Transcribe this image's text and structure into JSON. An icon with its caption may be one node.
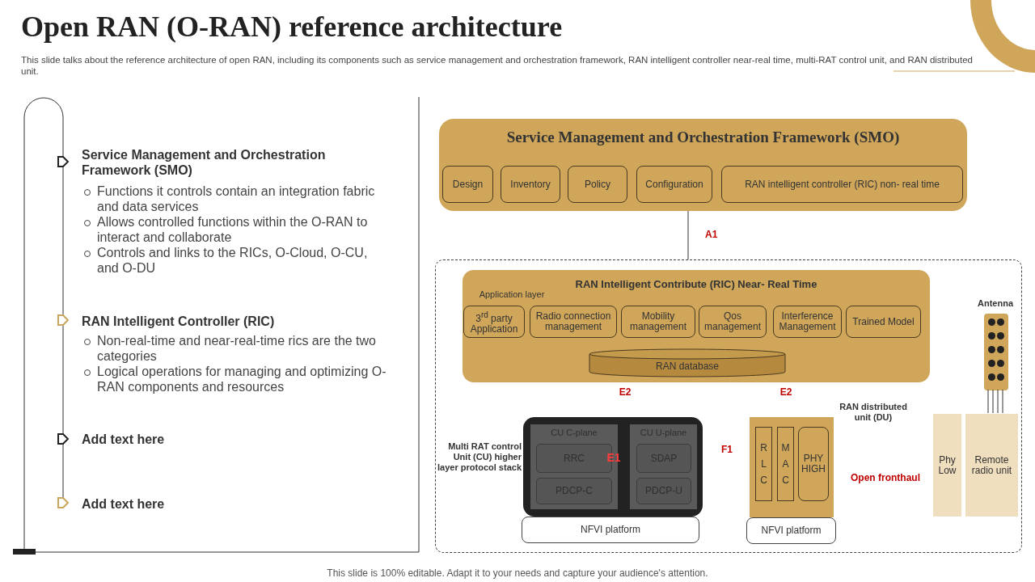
{
  "diagram": {
    "title": "Open RAN (O-RAN) reference architecture",
    "caption": "This slide is 100% editable. Adapt it to your needs and capture your audience's attention.",
    "nodes": [
      {
        "text": [
          "Service Management and Orchestration Framework (SMO)"
        ]
      },
      {
        "text": [
          "Design"
        ],
        "in": 0
      },
      {
        "text": [
          "Inventory"
        ],
        "in": 0
      },
      {
        "text": [
          "Policy"
        ],
        "in": 0
      },
      {
        "text": [
          "Configuration"
        ],
        "in": 0
      },
      {
        "text": [
          "RAN intelligent controller (RIC) non- real time"
        ],
        "in": 0
      },
      {
        "text": [],
        "shape": "box"
      },
      {
        "text": [
          "RAN Intelligent Contribute (RIC) Near- Real Time",
          "Application layer"
        ],
        "in": 6
      },
      {
        "text": [
          "3$^{rd}$ party Application"
        ],
        "in": 7
      },
      {
        "text": [
          "Radio connection management"
        ],
        "in": 7
      },
      {
        "text": [
          "Mobility management"
        ],
        "in": 7
      },
      {
        "text": [
          "Qos management"
        ],
        "in": 7
      },
      {
        "text": [
          "Interference Management"
        ],
        "in": 7
      },
      {
        "text": [
          "Trained Model"
        ],
        "in": 7
      },
      {
        "text": [
          "RAN database"
        ],
        "in": 7
      },
      {
        "text": [],
        "shape": "box",
        "beside": [
          "Multi RAT control Unit (CU) higher layer protocol stack"
        ],
        "in": 6
      },
      {
        "text": [
          "CU C-plane"
        ],
        "in": 15
      },
      {
        "text": [
          "RRC"
        ],
        "in": 16
      },
      {
        "text": [
          "PDCP-C"
        ],
        "in": 16
      },
      {
        "text": [
          "CU U-plane"
        ],
        "in": 15
      },
      {
        "text": [
          "SDAP"
        ],
        "in": 19
      },
      {
        "text": [
          "PDCP-U"
        ],
        "in": 19
      },
      {
        "text": [
          "NFVI platform"
        ],
        "in": 6
      },
      {
        "text": [],
        "shape": "box",
        "beside": [
          "RAN distributed unit (DU)"
        ],
        "in": 6
      },
      {
        "text": [
          "R L C"
        ],
        "in": 23
      },
      {
        "text": [
          "M A C"
        ],
        "in": 23
      },
      {
        "text": [
          "PHY HIGH"
        ],
        "in": 23
      },
      {
        "text": [
          "NFVI platform"
        ],
        "in": 6
      },
      {
        "text": [
          "Phy Low"
        ],
        "in": 6
      },
      {
        "text": [
          "Remote radio unit"
        ],
        "in": 6
      },
      {
        "text": [],
        "shape": "box",
        "beside": [
          "Antenna"
        ],
        "in": 6
      }
    ],
    "edges": [
      {
        "from": 0,
        "to": 6,
        "arrow": "none",
        "label": "A1"
      },
      {
        "from": 30,
        "to": 29,
        "arrow": "none"
      }
    ],
    "labels": [
      "This slide talks about the reference architecture of open RAN, including its components such as service management and orchestration framework, RAN intelligent controller near-real time, multi-RAT control unit, and RAN distributed unit.",
      "Service Management and Orchestration Framework (SMO)",
      "Functions it controls contain an integration fabric and data services",
      "Allows controlled functions within the O-RAN to interact and collaborate",
      "Controls and links to the RICs, O-Cloud, O-CU, and O-DU",
      "RAN Intelligent Controller (RIC)",
      "Non-real-time and near-real-time rics are the two categories",
      "Logical operations for managing and optimizing O-RAN components and resources",
      "Add text here",
      "Add text here",
      "E2",
      "E2",
      "E1",
      "F1",
      "Open fronthaul"
    ]
  }
}
